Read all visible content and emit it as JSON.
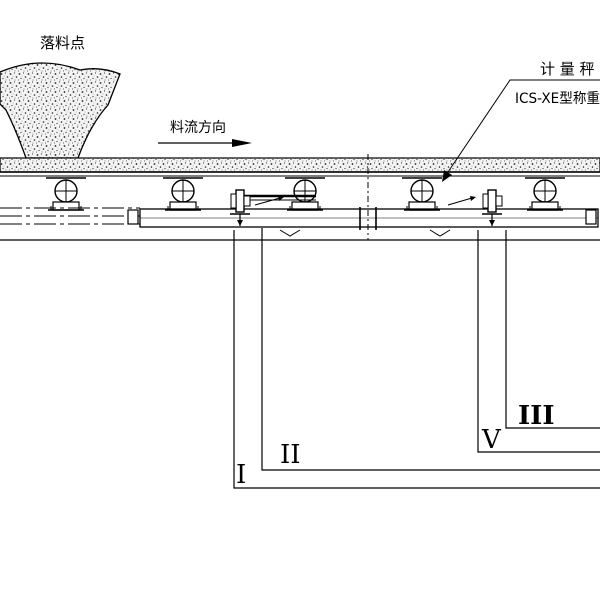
{
  "labels": {
    "drop_point": "落料点",
    "flow_direction": "料流方向",
    "weighing_title": "计 量 秤",
    "model": "ICS-XE型称重"
  },
  "zones": {
    "z1": "I",
    "z2": "II",
    "z3": "III",
    "z5": "V"
  },
  "colors": {
    "line": "#000000",
    "background": "#ffffff"
  }
}
